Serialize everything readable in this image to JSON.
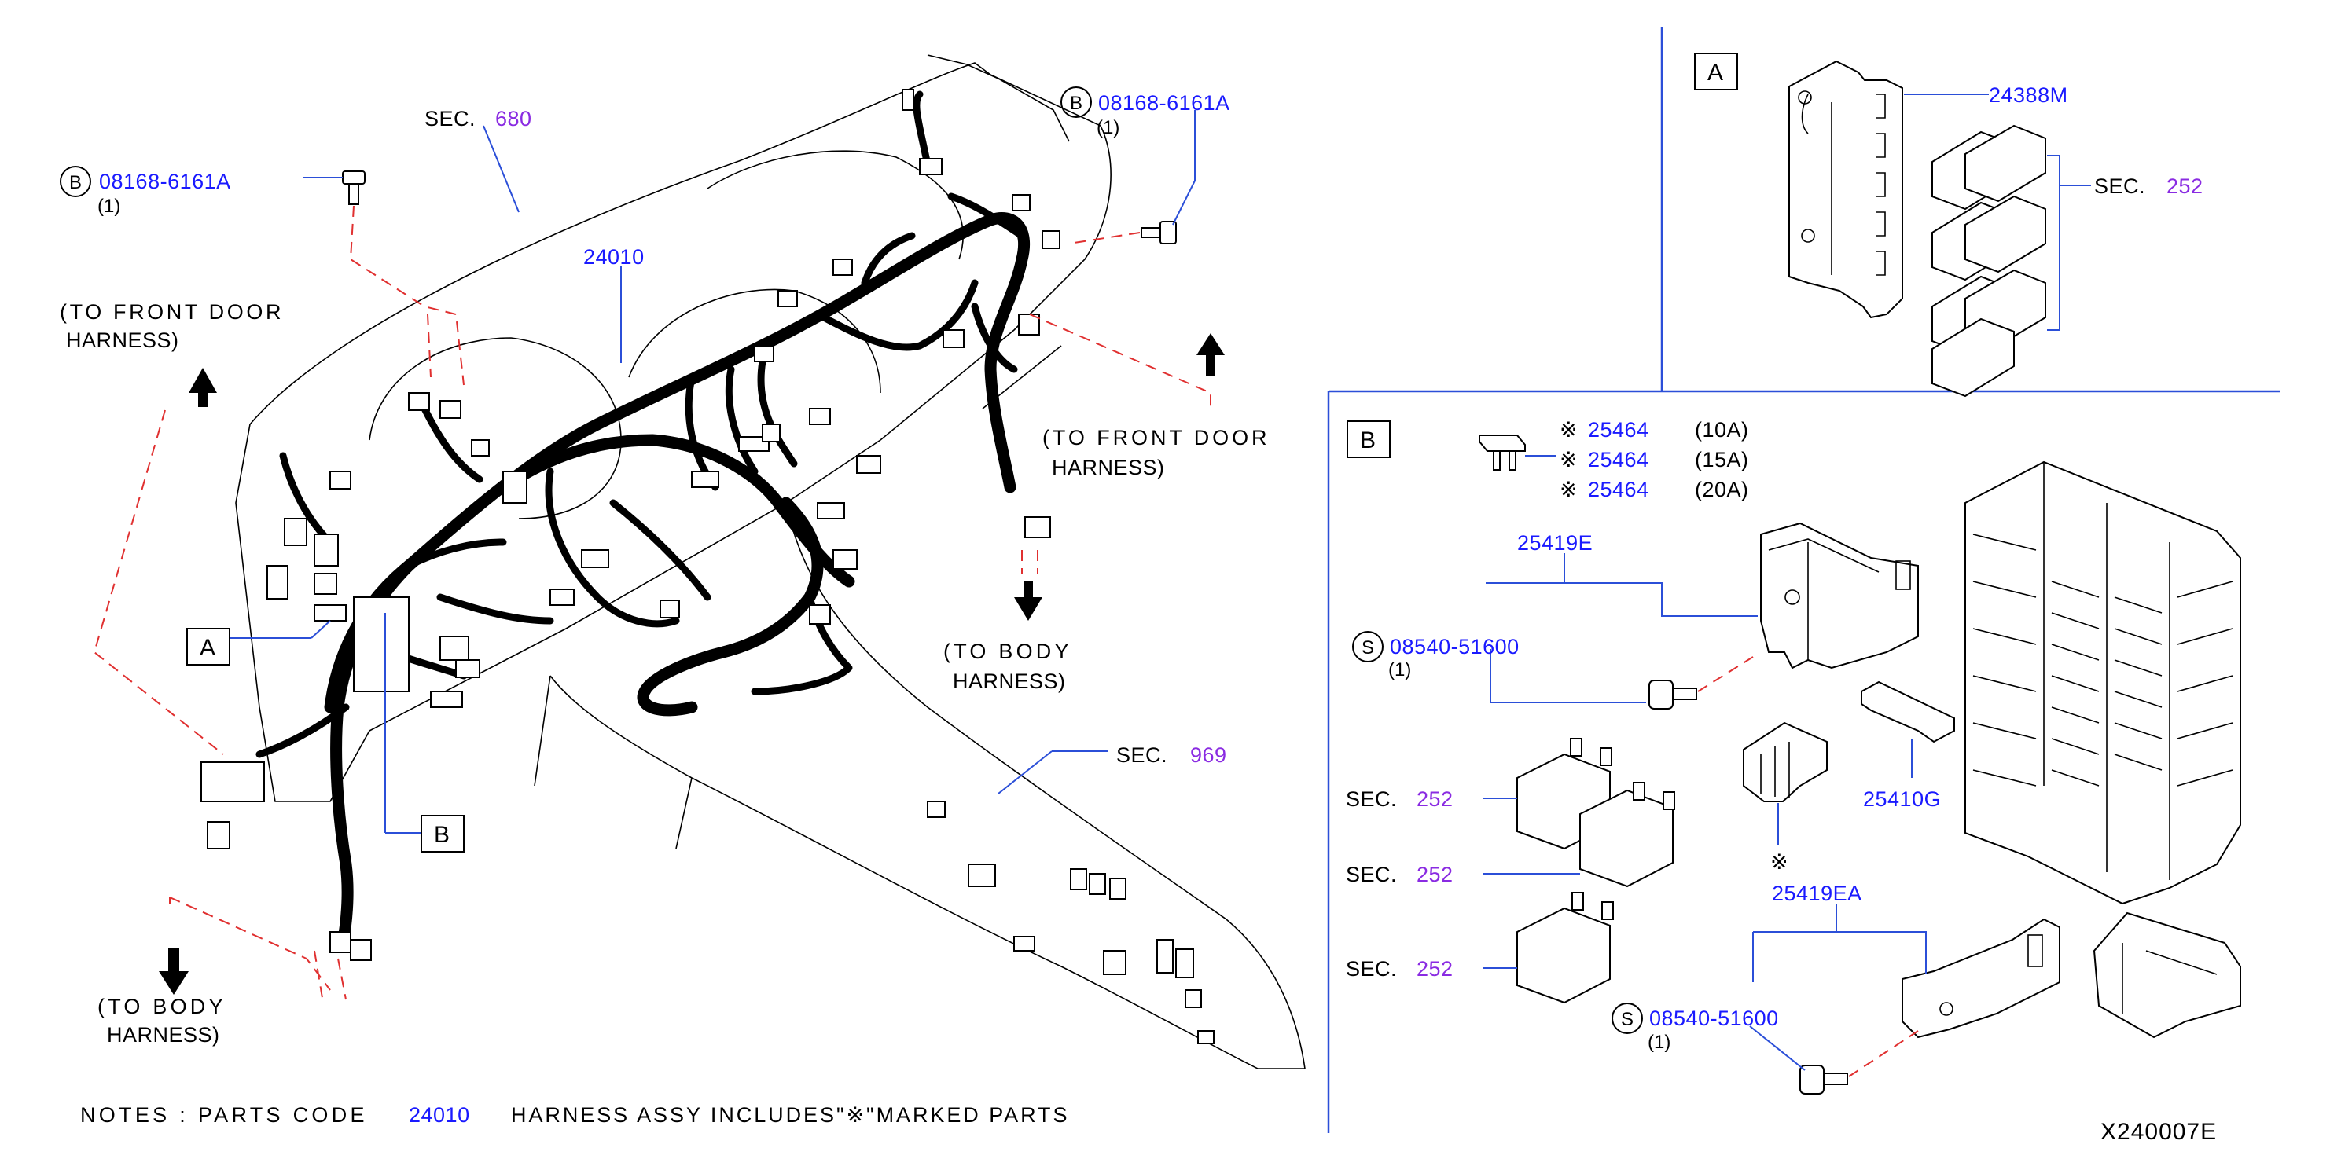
{
  "diagram_code": "X240007E",
  "notes": {
    "prefix": "NOTES : PARTS CODE",
    "code": "24010",
    "suffix": "HARNESS ASSY INCLUDES\"※\"MARKED PARTS"
  },
  "main": {
    "harness_part": "24010",
    "sec_680": {
      "label": "SEC.",
      "number": "680"
    },
    "sec_969": {
      "label": "SEC.",
      "number": "969"
    },
    "bolt_left": {
      "badge": "B",
      "part": "08168-6161A",
      "qty": "(1)"
    },
    "bolt_right": {
      "badge": "B",
      "part": "08168-6161A",
      "qty": "(1)"
    },
    "to_front_door_left": {
      "line1": "(TO FRONT DOOR",
      "line2": "HARNESS)"
    },
    "to_front_door_right": {
      "line1": "(TO FRONT DOOR",
      "line2": "HARNESS)"
    },
    "to_body_left": {
      "line1": "(TO BODY",
      "line2": "HARNESS)"
    },
    "to_body_right": {
      "line1": "(TO BODY",
      "line2": "HARNESS)"
    },
    "callout_a": "A",
    "callout_b": "B"
  },
  "detail_a": {
    "label": "A",
    "bracket_part": "24388M",
    "relay_sec": {
      "label": "SEC.",
      "number": "252"
    }
  },
  "detail_b": {
    "label": "B",
    "mark": "※",
    "fuses": [
      {
        "part": "25464",
        "rating": "(10A)"
      },
      {
        "part": "25464",
        "rating": "(15A)"
      },
      {
        "part": "25464",
        "rating": "(20A)"
      }
    ],
    "bracket_upper": "25419E",
    "screw_upper": {
      "badge": "S",
      "part": "08540-51600",
      "qty": "(1)"
    },
    "clip": "25410G",
    "fuse_puller_mark": "※",
    "bracket_lower": "25419EA",
    "screw_lower": {
      "badge": "S",
      "part": "08540-51600",
      "qty": "(1)"
    },
    "relay_secs": [
      {
        "label": "SEC.",
        "number": "252"
      },
      {
        "label": "SEC.",
        "number": "252"
      },
      {
        "label": "SEC.",
        "number": "252"
      }
    ]
  }
}
